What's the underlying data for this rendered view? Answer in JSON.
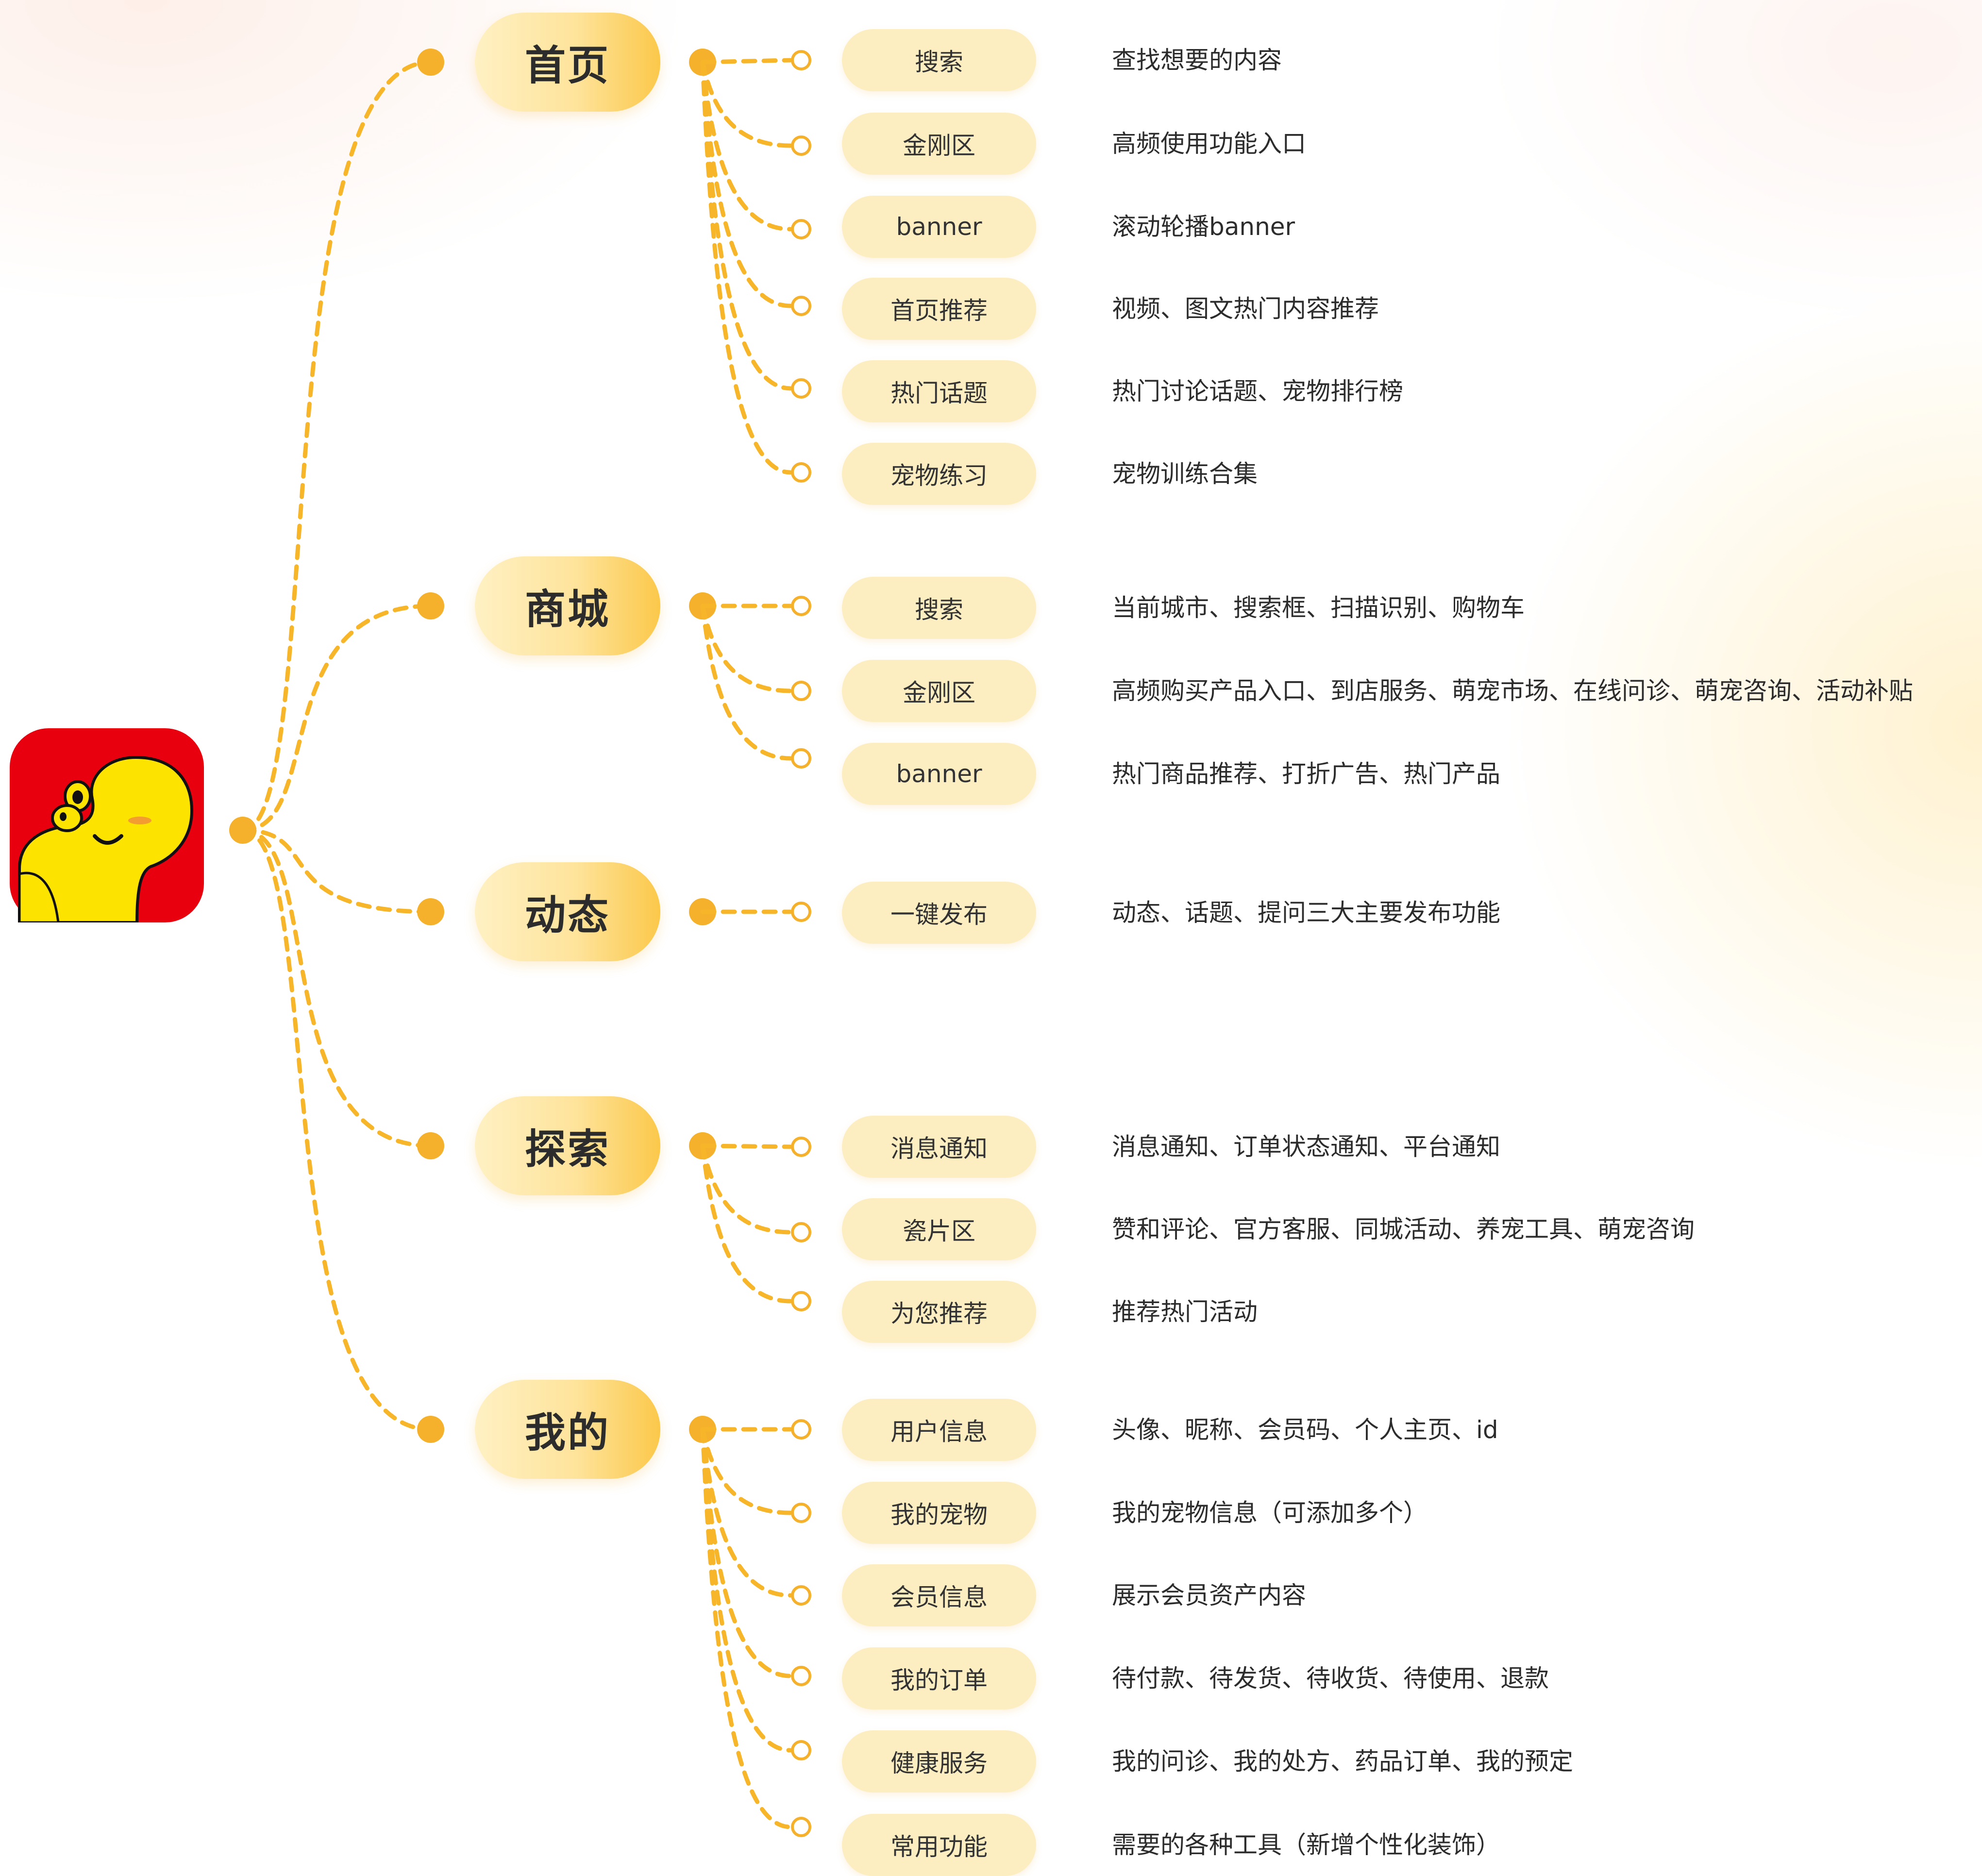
{
  "colors": {
    "connector": "#f7b62a",
    "node_fill": "#f6b12c",
    "hollow_stroke": "#f6b12c",
    "main_pill_end": "#fbc84a",
    "sub_pill": "#fdeec2",
    "icon_bg": "#e8000f",
    "icon_mascot": "#fde300"
  },
  "root": {
    "icon": "app-logo-mascot-icon"
  },
  "branches": [
    {
      "label": "首页",
      "items": [
        {
          "label": "搜索",
          "desc": "查找想要的内容"
        },
        {
          "label": "金刚区",
          "desc": "高频使用功能入口"
        },
        {
          "label": "banner",
          "desc": "滚动轮播banner"
        },
        {
          "label": "首页推荐",
          "desc": "视频、图文热门内容推荐"
        },
        {
          "label": "热门话题",
          "desc": "热门讨论话题、宠物排行榜"
        },
        {
          "label": "宠物练习",
          "desc": "宠物训练合集"
        }
      ]
    },
    {
      "label": "商城",
      "items": [
        {
          "label": "搜索",
          "desc": "当前城市、搜索框、扫描识别、购物车"
        },
        {
          "label": "金刚区",
          "desc": "高频购买产品入口、到店服务、萌宠市场、在线问诊、萌宠咨询、活动补贴"
        },
        {
          "label": "banner",
          "desc": "热门商品推荐、打折广告、热门产品"
        }
      ]
    },
    {
      "label": "动态",
      "items": [
        {
          "label": "一键发布",
          "desc": "动态、话题、提问三大主要发布功能"
        }
      ]
    },
    {
      "label": "探索",
      "items": [
        {
          "label": "消息通知",
          "desc": "消息通知、订单状态通知、平台通知"
        },
        {
          "label": "瓷片区",
          "desc": "赞和评论、官方客服、同城活动、养宠工具、萌宠咨询"
        },
        {
          "label": "为您推荐",
          "desc": "推荐热门活动"
        }
      ]
    },
    {
      "label": "我的",
      "items": [
        {
          "label": "用户信息",
          "desc": "头像、昵称、会员码、个人主页、id"
        },
        {
          "label": "我的宠物",
          "desc": "我的宠物信息（可添加多个）"
        },
        {
          "label": "会员信息",
          "desc": "展示会员资产内容"
        },
        {
          "label": "我的订单",
          "desc": "待付款、待发货、待收货、待使用、退款"
        },
        {
          "label": "健康服务",
          "desc": "我的问诊、我的处方、药品订单、我的预定"
        },
        {
          "label": "常用功能",
          "desc": "需要的各种工具（新增个性化装饰）"
        }
      ]
    }
  ]
}
